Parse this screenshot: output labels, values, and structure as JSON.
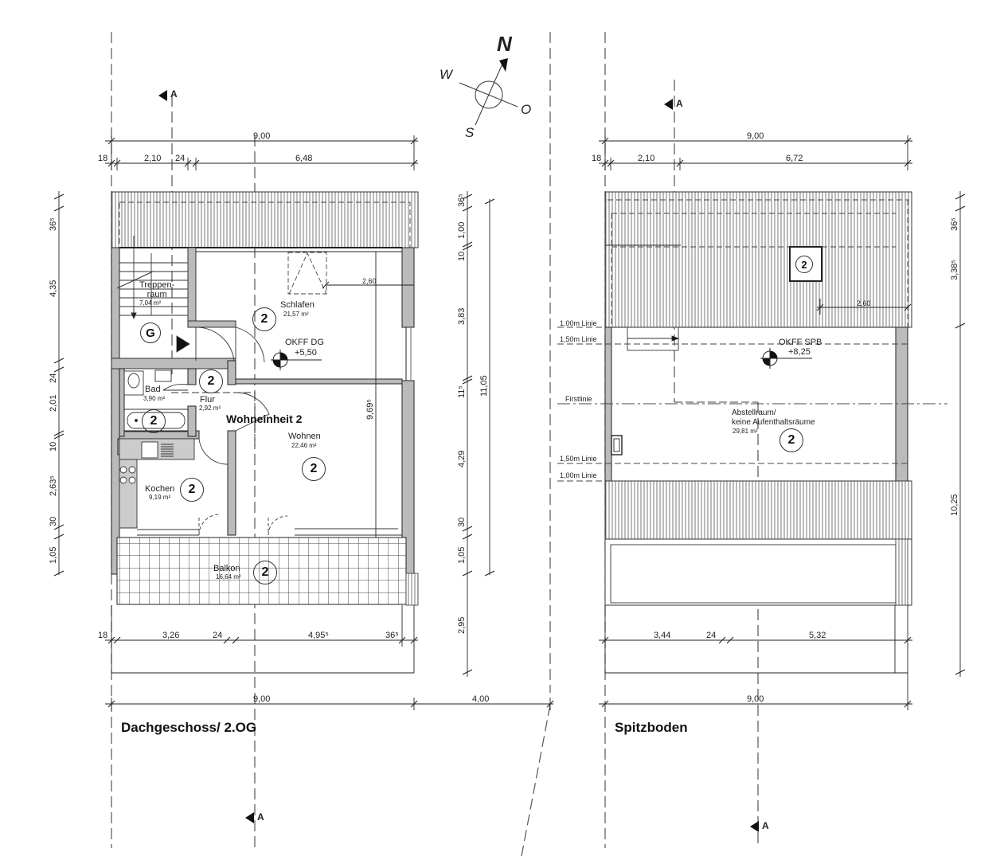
{
  "titles": {
    "left": "Dachgeschoss/ 2.OG",
    "right": "Spitzboden",
    "unit": "Wohneinheit 2"
  },
  "compass": {
    "n": "N",
    "w": "W",
    "s": "S",
    "o": "O"
  },
  "section_marker": "A",
  "left_plan": {
    "top_dims": {
      "total": "9,00",
      "seg1": "18",
      "seg2": "2,10",
      "seg3": "24",
      "seg4": "6,48"
    },
    "bottom_dims": {
      "seg1": "18",
      "seg2": "3,26",
      "seg3": "24",
      "seg4": "4,95⁵",
      "seg5": "36⁵"
    },
    "bottom_total": {
      "main": "9,00",
      "extra": "4,00"
    },
    "left_vdims": [
      "36⁵",
      "4,35",
      "24",
      "2,01",
      "10",
      "2,63⁵",
      "30",
      "1,05"
    ],
    "right_vdims": [
      "36⁵",
      "1,00",
      "10",
      "3,83",
      "11⁵",
      "4,29",
      "30",
      "1,05",
      "2,95"
    ],
    "right_total": "11,05",
    "inner_dims": {
      "window": "2,60",
      "height": "9,69⁵"
    },
    "rooms": [
      {
        "name": "Treppen-\nraum",
        "area": "7,04 m²",
        "badge": "G"
      },
      {
        "name": "Schlafen",
        "area": "21,57 m²",
        "badge": "2"
      },
      {
        "name": "Bad",
        "area": "3,90 m²",
        "badge": "2"
      },
      {
        "name": "Flur",
        "area": "2,92 m²",
        "badge": "2"
      },
      {
        "name": "Wohnen",
        "area": "22,46 m²",
        "badge": "2"
      },
      {
        "name": "Kochen",
        "area": "9,19 m²",
        "badge": "2"
      },
      {
        "name": "Balkon",
        "area": "16,64 m²",
        "badge": "2"
      }
    ],
    "level": {
      "label": "OKFF DG",
      "value": "+5,50"
    },
    "bath_badge": "2"
  },
  "right_plan": {
    "top_dims": {
      "total": "9,00",
      "seg1": "18",
      "seg2": "2,10",
      "seg3": "6,72"
    },
    "bottom_dims": {
      "seg1": "3,44",
      "seg2": "24",
      "seg3": "5,32"
    },
    "bottom_total": "9,00",
    "right_vdims": [
      "36⁵",
      "3,38⁵",
      "10,25"
    ],
    "inner_dims": {
      "window": "2,60"
    },
    "lines": [
      "1,00m Linie",
      "1,50m Linie",
      "Firstlinie",
      "1,50m Linie",
      "1,00m Linie"
    ],
    "room": {
      "name1": "Abstellraum/",
      "name2": "keine Aufenthaltsräume",
      "area": "29,81 m²",
      "badge": "2"
    },
    "skylight_badge": "2",
    "level": {
      "label": "OKFF SPB",
      "value": "+8,25"
    }
  }
}
